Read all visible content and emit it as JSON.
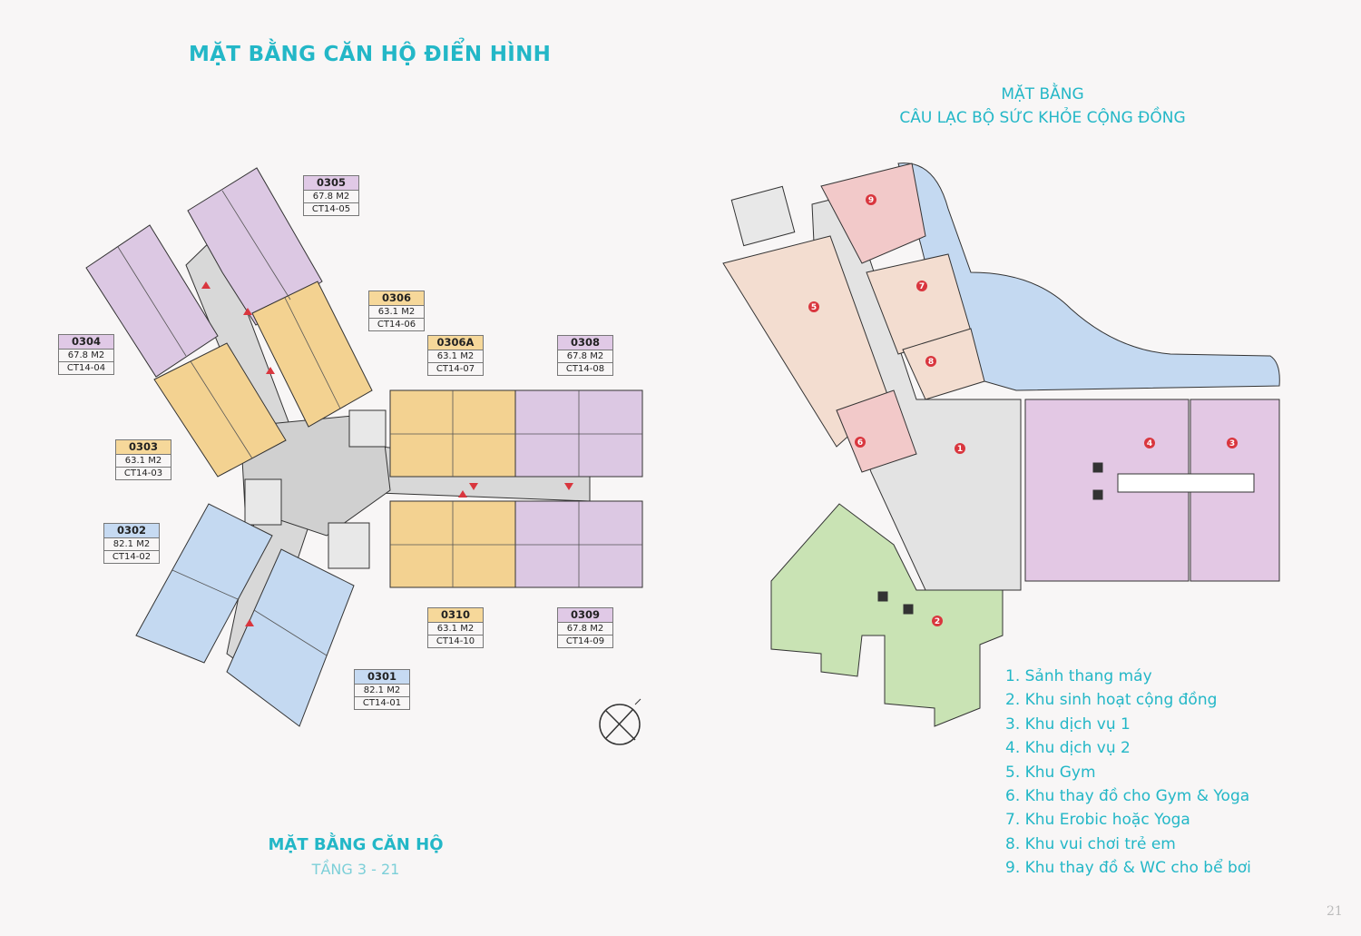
{
  "header": {
    "main_title": "MẶT BẰNG CĂN HỘ ĐIỂN HÌNH",
    "club_title_line1": "MẶT BẰNG",
    "club_title_line2": "CÂU LẠC BỘ SỨC KHỎE CỘNG ĐỒNG"
  },
  "floor_plan": {
    "caption": "MẶT BẰNG CĂN HỘ",
    "subcaption": "TẦNG 3 - 21",
    "units": [
      {
        "code": "0305",
        "area": "67.8 M2",
        "unit_code": "CT14-05",
        "color": "purple"
      },
      {
        "code": "0306",
        "area": "63.1 M2",
        "unit_code": "CT14-06",
        "color": "orange"
      },
      {
        "code": "0304",
        "area": "67.8 M2",
        "unit_code": "CT14-04",
        "color": "purple"
      },
      {
        "code": "0306A",
        "area": "63.1 M2",
        "unit_code": "CT14-07",
        "color": "orange"
      },
      {
        "code": "0308",
        "area": "67.8 M2",
        "unit_code": "CT14-08",
        "color": "purple"
      },
      {
        "code": "0303",
        "area": "63.1 M2",
        "unit_code": "CT14-03",
        "color": "orange"
      },
      {
        "code": "0302",
        "area": "82.1 M2",
        "unit_code": "CT14-02",
        "color": "blue"
      },
      {
        "code": "0310",
        "area": "63.1 M2",
        "unit_code": "CT14-10",
        "color": "orange"
      },
      {
        "code": "0309",
        "area": "67.8 M2",
        "unit_code": "CT14-09",
        "color": "purple"
      },
      {
        "code": "0301",
        "area": "82.1 M2",
        "unit_code": "CT14-01",
        "color": "blue"
      }
    ]
  },
  "club_plan": {
    "zone_numbers": [
      "1",
      "2",
      "3",
      "4",
      "5",
      "6",
      "7",
      "8",
      "9"
    ],
    "legend": [
      "1. Sảnh thang máy",
      "2. Khu sinh hoạt cộng đồng",
      "3. Khu dịch vụ 1",
      "4. Khu dịch vụ 2",
      "5. Khu Gym",
      "6. Khu thay đồ cho Gym & Yoga",
      "7. Khu Erobic hoặc Yoga",
      "8. Khu vui chơi trẻ em",
      "9. Khu thay đồ & WC cho bể bơi"
    ]
  },
  "colors": {
    "accent": "#23b7c7",
    "unit_purple": "#dcc8e3",
    "unit_orange": "#f3d291",
    "unit_blue": "#c4d9f1",
    "community_green": "#c9e3b4",
    "service_pink": "#e3c8e4",
    "gym_peach": "#f3ddd0",
    "marker_red": "#d9363e"
  },
  "page_number": "21",
  "icons": [
    "compass-icon"
  ]
}
